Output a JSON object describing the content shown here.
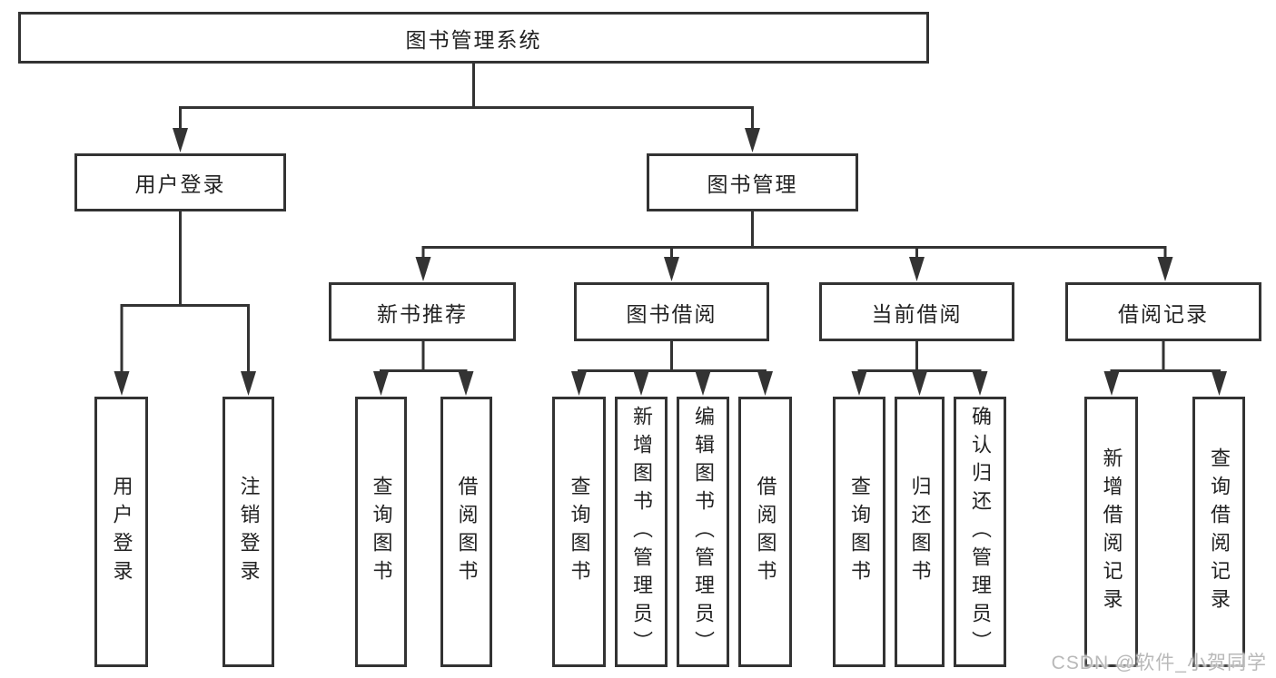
{
  "tree": {
    "label": "图书管理系统",
    "children": [
      {
        "label": "用户登录",
        "children": [
          {
            "label": "用户登录"
          },
          {
            "label": "注销登录"
          }
        ]
      },
      {
        "label": "图书管理",
        "children": [
          {
            "label": "新书推荐",
            "children": [
              {
                "label": "查询图书"
              },
              {
                "label": "借阅图书"
              }
            ]
          },
          {
            "label": "图书借阅",
            "children": [
              {
                "label": "查询图书"
              },
              {
                "label": "新增图书（管理员）"
              },
              {
                "label": "编辑图书（管理员）"
              },
              {
                "label": "借阅图书"
              }
            ]
          },
          {
            "label": "当前借阅",
            "children": [
              {
                "label": "查询图书"
              },
              {
                "label": "归还图书"
              },
              {
                "label": "确认归还（管理员）"
              }
            ]
          },
          {
            "label": "借阅记录",
            "children": [
              {
                "label": "新增借阅记录"
              },
              {
                "label": "查询借阅记录"
              }
            ]
          }
        ]
      }
    ]
  },
  "watermark": "CSDN @软件_小贺同学",
  "colors": {
    "line": "#333333",
    "text": "#222222",
    "background": "#ffffff",
    "watermark": "#b9b9b9"
  }
}
